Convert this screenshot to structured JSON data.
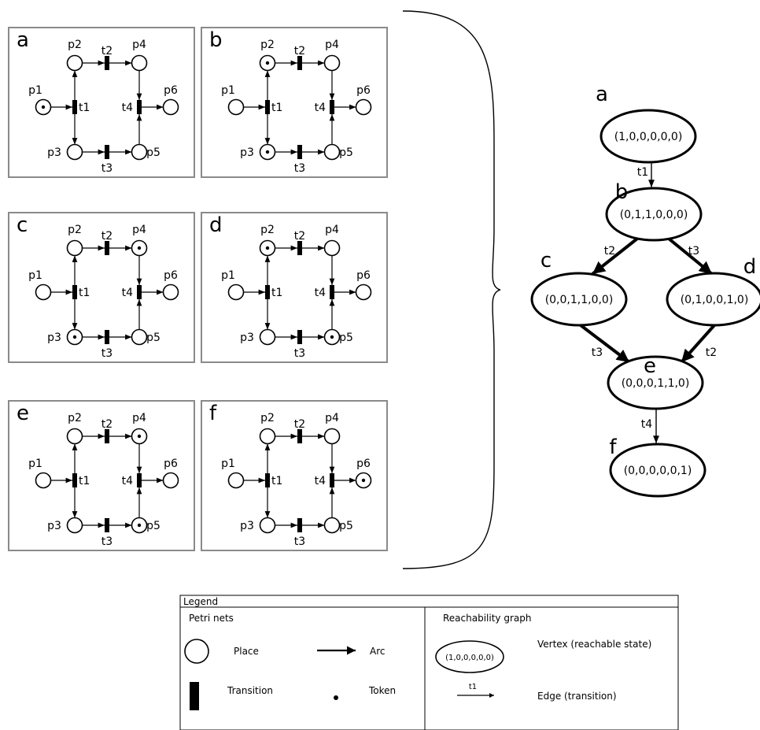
{
  "panels": [
    {
      "id": "a",
      "letter": "a",
      "tokens": [
        "p1"
      ]
    },
    {
      "id": "b",
      "letter": "b",
      "tokens": [
        "p2",
        "p3"
      ]
    },
    {
      "id": "c",
      "letter": "c",
      "tokens": [
        "p4",
        "p3"
      ]
    },
    {
      "id": "d",
      "letter": "d",
      "tokens": [
        "p2",
        "p5"
      ]
    },
    {
      "id": "e",
      "letter": "e",
      "tokens": [
        "p4",
        "p5"
      ]
    },
    {
      "id": "f",
      "letter": "f",
      "tokens": [
        "p6"
      ]
    }
  ],
  "net_labels": {
    "p1": "p1",
    "p2": "p2",
    "p3": "p3",
    "p4": "p4",
    "p5": "p5",
    "p6": "p6",
    "t1": "t1",
    "t2": "t2",
    "t3": "t3",
    "t4": "t4"
  },
  "reachability": {
    "vertices": [
      {
        "id": "a",
        "letter": "a",
        "state": "(1,0,0,0,0,0)"
      },
      {
        "id": "b",
        "letter": "b",
        "state": "(0,1,1,0,0,0)"
      },
      {
        "id": "c",
        "letter": "c",
        "state": "(0,0,1,1,0,0)"
      },
      {
        "id": "d",
        "letter": "d",
        "state": "(0,1,0,0,1,0)"
      },
      {
        "id": "e",
        "letter": "e",
        "state": "(0,0,0,1,1,0)"
      },
      {
        "id": "f",
        "letter": "f",
        "state": "(0,0,0,0,0,1)"
      }
    ],
    "edges": [
      {
        "from": "a",
        "to": "b",
        "label": "t1"
      },
      {
        "from": "b",
        "to": "c",
        "label": "t2"
      },
      {
        "from": "b",
        "to": "d",
        "label": "t3"
      },
      {
        "from": "c",
        "to": "e",
        "label": "t3"
      },
      {
        "from": "d",
        "to": "e",
        "label": "t2"
      },
      {
        "from": "e",
        "to": "f",
        "label": "t4"
      }
    ]
  },
  "legend": {
    "title": "Legend",
    "petri_heading": "Petri nets",
    "place": "Place",
    "arc": "Arc",
    "transition": "Transition",
    "token": "Token",
    "rg_heading": "Reachability  graph",
    "vertex_sample": "(1,0,0,0,0,0)",
    "vertex_desc": "Vertex (reachable state)",
    "edge_sample": "t1",
    "edge_desc": "Edge (transition)"
  }
}
